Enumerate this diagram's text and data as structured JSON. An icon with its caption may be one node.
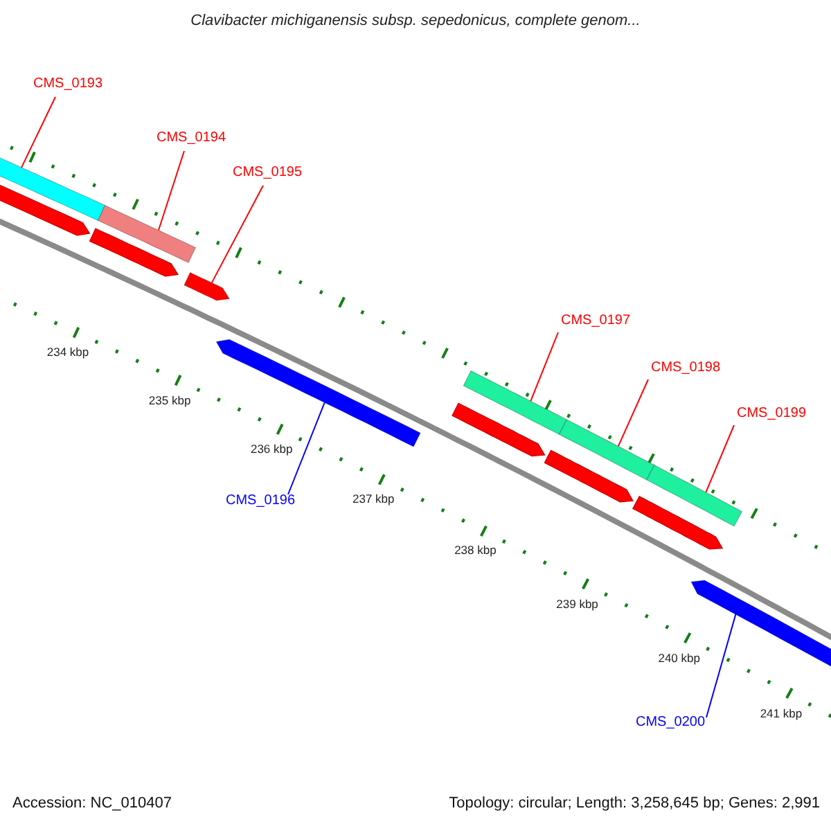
{
  "diagram": {
    "title": "Clavibacter michiganensis subsp. sepedonicus, complete genom...",
    "nodes": [
      {
        "text": [
          "CMS_0193"
        ]
      },
      {
        "text": [],
        "shape": "bar"
      },
      {
        "text": [
          "CMS_0194"
        ]
      },
      {
        "text": [],
        "shape": "bar"
      },
      {
        "text": [
          "CMS_0195"
        ]
      },
      {
        "text": [],
        "shape": "arrow"
      },
      {
        "text": [
          "CMS_0196"
        ]
      },
      {
        "text": [],
        "shape": "arrow"
      },
      {
        "text": [
          "CMS_0197"
        ]
      },
      {
        "text": [],
        "shape": "bar"
      },
      {
        "text": [
          "CMS_0198"
        ]
      },
      {
        "text": [],
        "shape": "bar"
      },
      {
        "text": [
          "CMS_0199"
        ]
      },
      {
        "text": [],
        "shape": "bar"
      },
      {
        "text": [
          "CMS_0200"
        ]
      },
      {
        "text": [],
        "shape": "arrow"
      }
    ],
    "edges": [
      {
        "from": 0,
        "to": 1,
        "arrow": "none"
      },
      {
        "from": 2,
        "to": 3,
        "arrow": "none"
      },
      {
        "from": 4,
        "to": 5,
        "arrow": "none"
      },
      {
        "from": 6,
        "to": 7,
        "arrow": "none",
        "color": "#0000ff"
      },
      {
        "from": 8,
        "to": 9,
        "arrow": "none"
      },
      {
        "from": 10,
        "to": 11,
        "arrow": "none"
      },
      {
        "from": 12,
        "to": 13,
        "arrow": "none"
      },
      {
        "from": 14,
        "to": 15,
        "arrow": "none",
        "color": "#0000ff"
      }
    ],
    "labels": [
      "234 kbp",
      "235 kbp",
      "236 kbp",
      "237 kbp",
      "238 kbp",
      "239 kbp",
      "240 kbp",
      "241 kbp",
      "Accession: NC_010407",
      "Topology: circular; Length: 3,258,645 bp; Genes: 2,991"
    ]
  }
}
